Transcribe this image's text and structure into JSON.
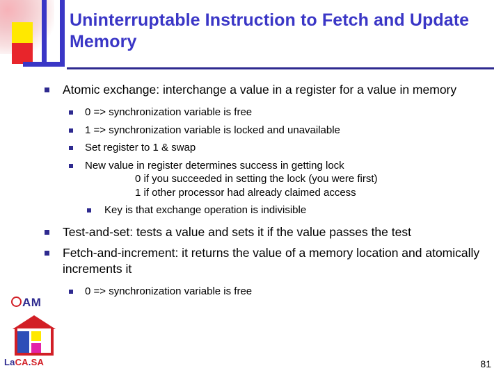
{
  "slide": {
    "title": "Uninterruptable Instruction to Fetch and Update Memory",
    "page_number": "81"
  },
  "bullets": {
    "atomic_exchange": "Atomic exchange: interchange a value in a register for a value in memory",
    "sub": {
      "free": "0 => synchronization variable is free",
      "locked": "1 => synchronization variable is locked and unavailable",
      "set_swap": "Set register to 1 & swap",
      "new_value": "New value in register determines success in getting lock",
      "new_value_line2": "0 if you succeeded in setting the lock (you were first)",
      "new_value_line3": "1 if other processor had already claimed access",
      "indivisible": "Key is that exchange operation is indivisible"
    },
    "test_and_set": "Test-and-set: tests a value and sets it if the value passes the test",
    "fetch_and_increment": "Fetch-and-increment: it returns the value of a memory location and atomically increments it",
    "fetch_sub": {
      "free": "0 => synchronization variable is free"
    }
  },
  "logo": {
    "am_text": "AM",
    "la": "La",
    "ca": "CA",
    "sa": "SA"
  },
  "colors": {
    "title": "#3a36c6",
    "rule": "#2e2a8f",
    "bullet": "#2e2a8f",
    "accent_red": "#d21f26",
    "accent_yellow": "#ffe800",
    "accent_magenta": "#e324a8"
  }
}
